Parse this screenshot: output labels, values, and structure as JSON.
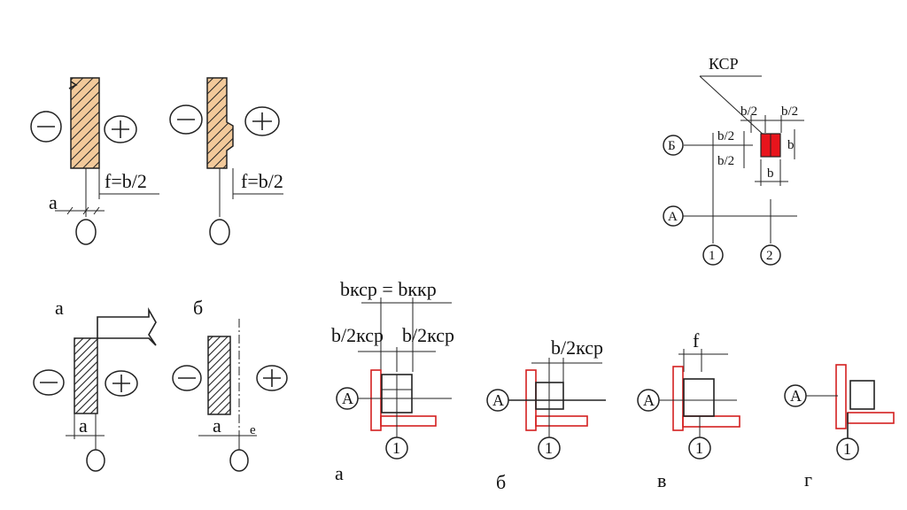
{
  "symbols": {
    "minus": "—",
    "plus": "+"
  },
  "fig1": {
    "dim_f": "f=b/2",
    "dim_a": "а"
  },
  "fig2": {
    "dim_f": "f=b/2"
  },
  "fig3": {
    "caption": "а",
    "dim_a": "а"
  },
  "fig4": {
    "caption": "б",
    "dim_a": "а",
    "dim_e": "е"
  },
  "plan": {
    "leader": "КСР",
    "dim_top_left": "b/2",
    "dim_top_right": "b/2",
    "dim_left_top": "b/2",
    "dim_left_bottom": "b/2",
    "dim_side": "b",
    "dim_bottom": "b",
    "axis_B": "Б",
    "axis_A": "А",
    "axis_1": "1",
    "axis_2": "2",
    "column_color": "#e8141c"
  },
  "seq": {
    "a": {
      "dim_top": "bксp = bккр",
      "dim_half_left": "b/2ксp",
      "dim_half_right": "b/2ксp",
      "axis_A": "А",
      "axis_1": "1",
      "caption": "а"
    },
    "b": {
      "dim_top": "b/2кср",
      "axis_A": "А",
      "axis_1": "1",
      "caption": "б"
    },
    "v": {
      "dim_top": "f",
      "axis_A": "А",
      "axis_1": "1",
      "caption": "в"
    },
    "g": {
      "axis_A": "А",
      "axis_1": "1",
      "caption": "г"
    }
  },
  "colors": {
    "hatch_fill": "#f2c99a",
    "outline_red": "#d42020"
  }
}
